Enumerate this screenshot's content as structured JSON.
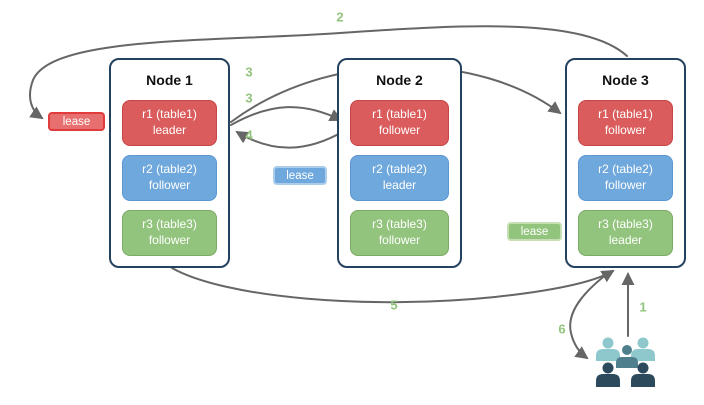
{
  "nodes": [
    {
      "title": "Node 1",
      "replicas": [
        {
          "name": "r1 (table1)",
          "role": "leader",
          "color": "#db5c5c"
        },
        {
          "name": "r2 (table2)",
          "role": "follower",
          "color": "#6fa8dc"
        },
        {
          "name": "r3 (table3)",
          "role": "follower",
          "color": "#93c47d"
        }
      ]
    },
    {
      "title": "Node 2",
      "replicas": [
        {
          "name": "r1 (table1)",
          "role": "follower",
          "color": "#db5c5c"
        },
        {
          "name": "r2 (table2)",
          "role": "leader",
          "color": "#6fa8dc"
        },
        {
          "name": "r3 (table3)",
          "role": "follower",
          "color": "#93c47d"
        }
      ]
    },
    {
      "title": "Node 3",
      "replicas": [
        {
          "name": "r1 (table1)",
          "role": "follower",
          "color": "#db5c5c"
        },
        {
          "name": "r2 (table2)",
          "role": "follower",
          "color": "#6fa8dc"
        },
        {
          "name": "r3 (table3)",
          "role": "leader",
          "color": "#93c47d"
        }
      ]
    }
  ],
  "leases": [
    {
      "label": "lease",
      "variant": "red"
    },
    {
      "label": "lease",
      "variant": "blue"
    },
    {
      "label": "lease",
      "variant": "green"
    }
  ],
  "steps": {
    "step1": "1",
    "step2": "2",
    "step3_a": "3",
    "step3_b": "3",
    "step4": "4",
    "step5": "5",
    "step6": "6"
  },
  "icons": {
    "users": "users-icon"
  },
  "colors": {
    "replica_red": "#db5c5c",
    "replica_blue": "#6fa8dc",
    "replica_green": "#93c47d",
    "node_border": "#24425f",
    "arrow": "#666666",
    "step_label": "#93c47d",
    "users_light_teal": "#8ec8cc",
    "users_mid_teal": "#4f7e8c",
    "users_dark_slate": "#2c4a5b"
  }
}
